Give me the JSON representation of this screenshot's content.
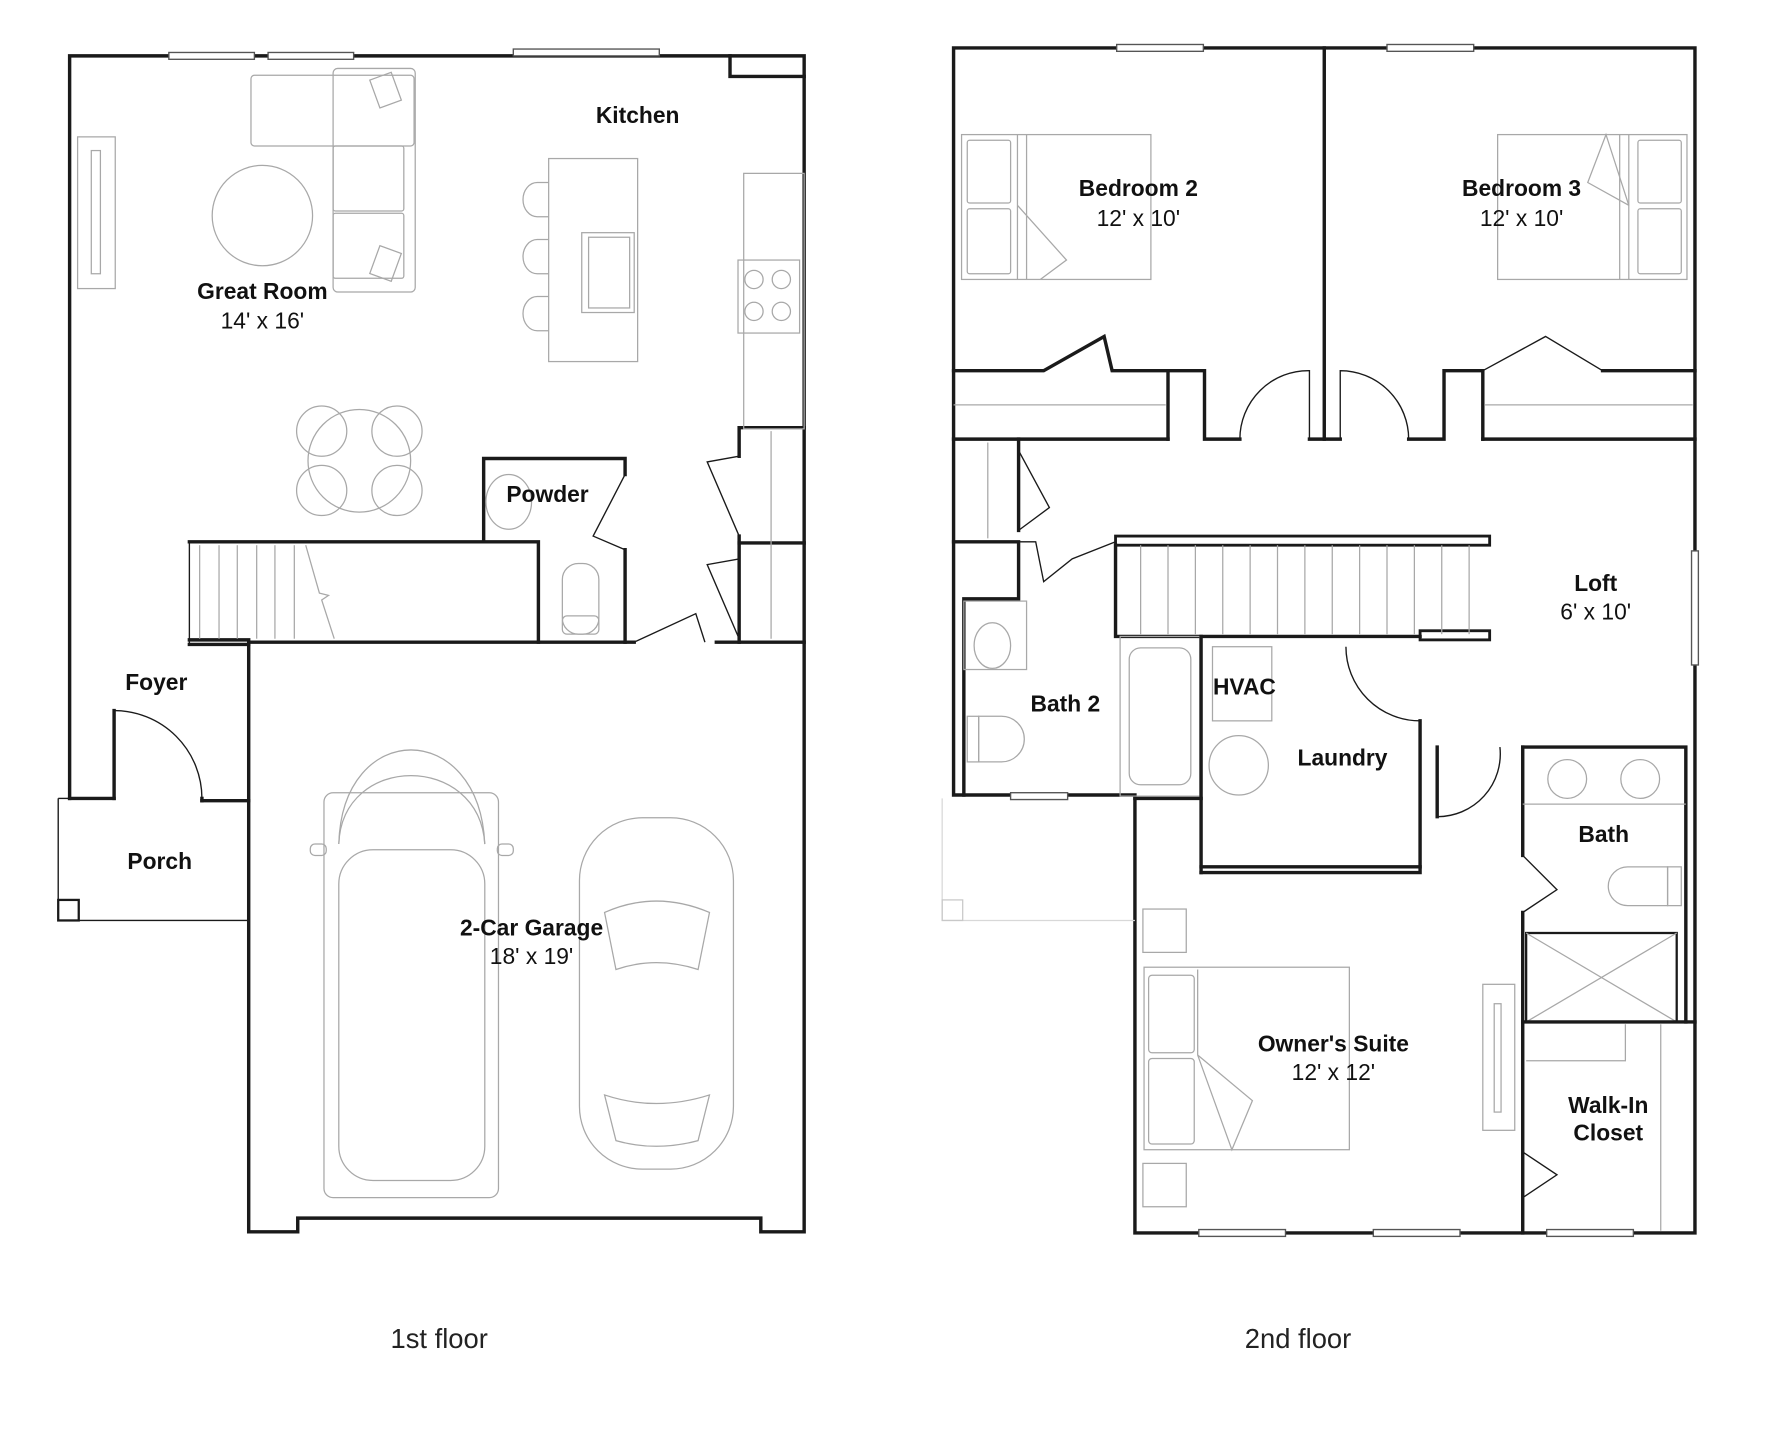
{
  "floors": [
    {
      "label": "1st floor",
      "rooms": [
        {
          "name": "Kitchen",
          "dims": ""
        },
        {
          "name": "Great Room",
          "dims": "14' x 16'"
        },
        {
          "name": "Powder",
          "dims": ""
        },
        {
          "name": "Foyer",
          "dims": ""
        },
        {
          "name": "Porch",
          "dims": ""
        },
        {
          "name": "2-Car Garage",
          "dims": "18' x 19'"
        }
      ]
    },
    {
      "label": "2nd floor",
      "rooms": [
        {
          "name": "Bedroom 2",
          "dims": "12' x 10'"
        },
        {
          "name": "Bedroom 3",
          "dims": "12' x 10'"
        },
        {
          "name": "Loft",
          "dims": "6' x 10'"
        },
        {
          "name": "Bath 2",
          "dims": ""
        },
        {
          "name": "HVAC",
          "dims": ""
        },
        {
          "name": "Laundry",
          "dims": ""
        },
        {
          "name": "Bath",
          "dims": ""
        },
        {
          "name": "Owner's Suite",
          "dims": "12' x 12'"
        },
        {
          "name": "Walk-In",
          "dims": "Closet"
        }
      ]
    }
  ],
  "colors": {
    "wall": "#1a1a1a",
    "furniture": "#a8a8a8",
    "background": "#ffffff"
  }
}
